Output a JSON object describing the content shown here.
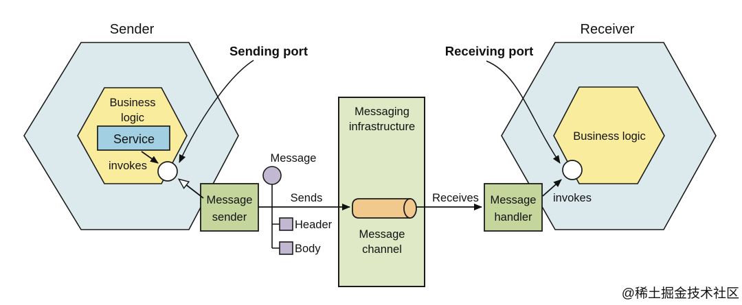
{
  "sender": {
    "title": "Sender",
    "business_line1": "Business",
    "business_line2": "logic",
    "service": "Service",
    "invokes": "invokes"
  },
  "receiver": {
    "title": "Receiver",
    "business": "Business logic",
    "invokes": "invokes"
  },
  "ports": {
    "sending": "Sending port",
    "receiving": "Receiving port"
  },
  "boxes": {
    "message_sender_line1": "Message",
    "message_sender_line2": "sender",
    "message_handler_line1": "Message",
    "message_handler_line2": "handler"
  },
  "infrastructure": {
    "line1": "Messaging",
    "line2": "infrastructure",
    "channel_line1": "Message",
    "channel_line2": "channel"
  },
  "message": {
    "label": "Message",
    "header": "Header",
    "body": "Body",
    "sends": "Sends",
    "receives": "Receives"
  },
  "watermark": "@稀土掘金技术社区",
  "colors": {
    "hexagon_blue": "#dceaee",
    "hexagon_yellow": "#f9ec9d",
    "service_blue": "#a2cfe2",
    "box_green": "#c4d69c",
    "infra_green": "#dfe9c6",
    "cylinder_orange": "#f2c98c",
    "message_lavender": "#c3b8d2",
    "port_white": "#ffffff",
    "line": "#111111",
    "watermark_gray": "#c9c9c9"
  }
}
